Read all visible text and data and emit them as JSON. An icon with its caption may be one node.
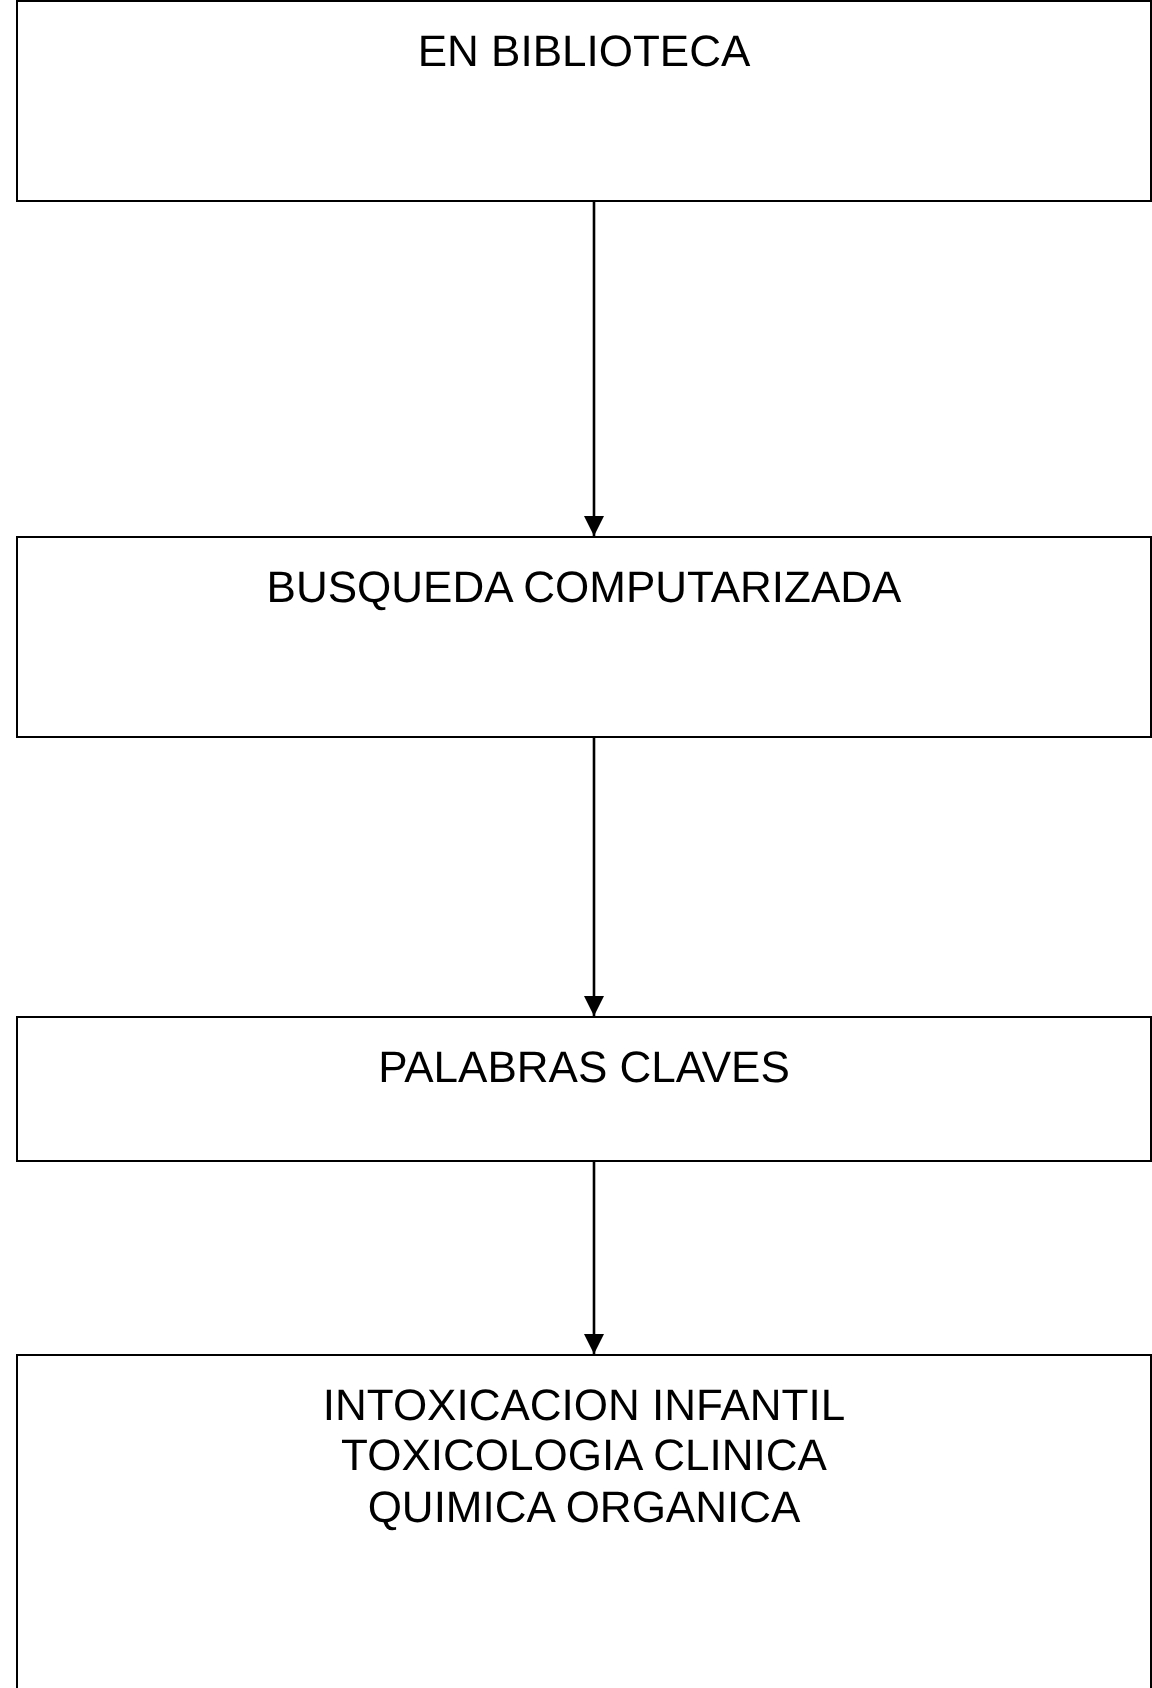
{
  "diagram": {
    "nodes": [
      {
        "text": [
          "EN BIBLIOTECA"
        ]
      },
      {
        "text": [
          "BUSQUEDA COMPUTARIZADA"
        ]
      },
      {
        "text": [
          "PALABRAS CLAVES"
        ]
      },
      {
        "text": [
          "INTOXICACION INFANTIL TOXICOLOGIA CLINICA QUIMICA ORGANICA"
        ]
      }
    ],
    "edges": [
      {
        "from": 0,
        "to": 1,
        "arrow": "to"
      },
      {
        "from": 1,
        "to": 2,
        "arrow": "to"
      },
      {
        "from": 2,
        "to": 3,
        "arrow": "to"
      }
    ]
  }
}
